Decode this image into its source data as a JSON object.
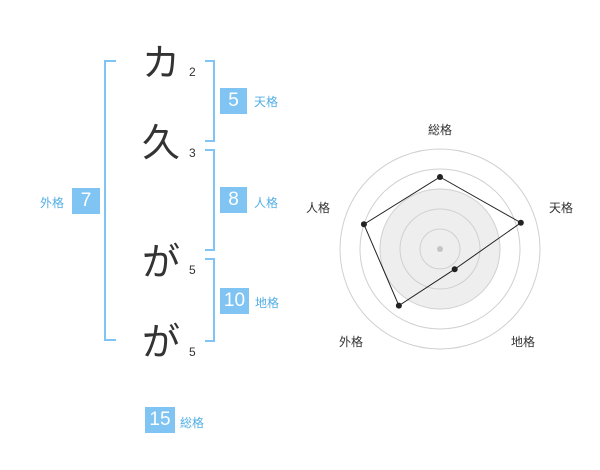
{
  "name_chars": [
    {
      "char": "カ",
      "strokes": "2"
    },
    {
      "char": "久",
      "strokes": "3"
    },
    {
      "char": "が",
      "strokes": "5"
    },
    {
      "char": "が",
      "strokes": "5"
    }
  ],
  "fortune": {
    "tenkaku": {
      "value": "5",
      "label": "天格"
    },
    "jinkaku": {
      "value": "8",
      "label": "人格"
    },
    "chikaku": {
      "value": "10",
      "label": "地格"
    },
    "gaikaku": {
      "value": "7",
      "label": "外格"
    },
    "soukaku": {
      "value": "15",
      "label": "総格"
    }
  },
  "radar": {
    "axes": [
      "総格",
      "天格",
      "地格",
      "外格",
      "人格"
    ],
    "levels": 5,
    "values": [
      0.72,
      0.85,
      0.25,
      0.7,
      0.8
    ],
    "colors": {
      "grid": "#d0d0d0",
      "fill": "#eeeeee",
      "line": "#222222",
      "point": "#222222",
      "center": "#c4c4c4"
    }
  },
  "colors": {
    "accent": "#7fc4f2",
    "label": "#52aee6"
  }
}
